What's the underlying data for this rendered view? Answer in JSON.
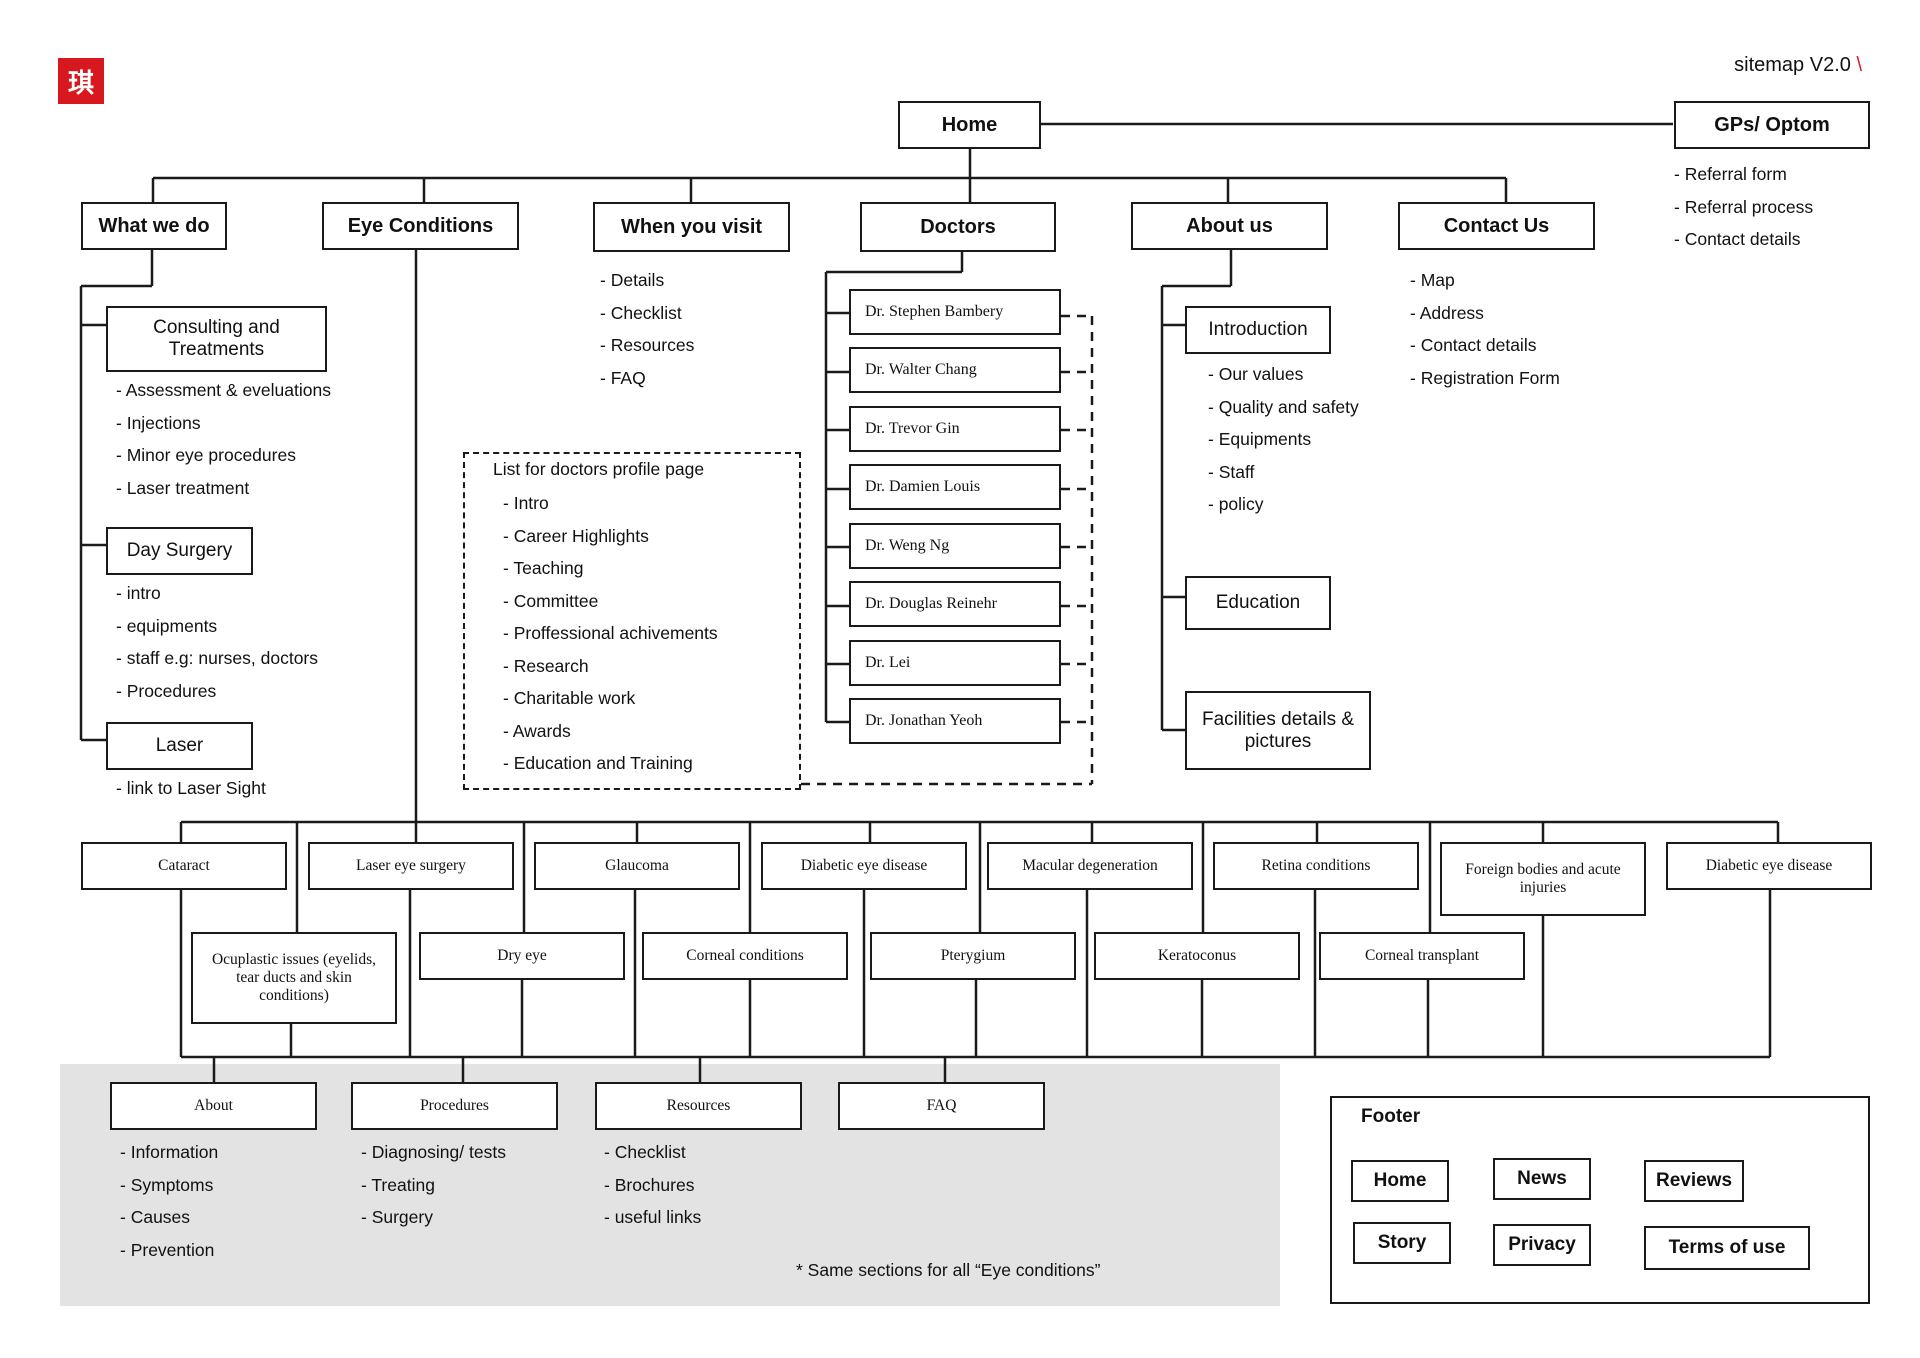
{
  "brand": {
    "logo_glyph": "琪",
    "logo_color": "#d7191f"
  },
  "header": {
    "version_label": "sitemap V2.0",
    "version_mark": "\\",
    "mark_color": "#d7191f"
  },
  "home": {
    "label": "Home"
  },
  "gps": {
    "label": "GPs/ Optom",
    "items": [
      "Referral form",
      "Referral process",
      "Contact details"
    ]
  },
  "what_we_do": {
    "label": "What we do",
    "consulting": {
      "label_line1": "Consulting and",
      "label_line2": "Treatments",
      "items": [
        "Assessment & eveluations",
        "Injections",
        "Minor eye procedures",
        "Laser treatment"
      ]
    },
    "day_surgery": {
      "label": "Day Surgery",
      "items": [
        "intro",
        "equipments",
        "staff e.g: nurses, doctors",
        "Procedures"
      ]
    },
    "laser": {
      "label": "Laser",
      "items": [
        "link to Laser Sight"
      ]
    }
  },
  "eye_conditions": {
    "label": "Eye Conditions",
    "top_row": [
      "Cataract",
      "Laser eye surgery",
      "Glaucoma",
      "Diabetic eye disease",
      "Macular degeneration",
      "Retina conditions",
      "Foreign bodies and acute injuries",
      "Diabetic eye disease"
    ],
    "second_row": [
      "Ocuplastic issues (eyelids, tear ducts and skin conditions)",
      "Dry eye",
      "Corneal conditions",
      "Pterygium",
      "Keratoconus",
      "Corneal transplant"
    ],
    "sections": [
      {
        "label": "About",
        "items": [
          "Information",
          "Symptoms",
          "Causes",
          "Prevention"
        ]
      },
      {
        "label": "Procedures",
        "items": [
          "Diagnosing/ tests",
          "Treating",
          "Surgery"
        ]
      },
      {
        "label": "Resources",
        "items": [
          "Checklist",
          "Brochures",
          "useful links"
        ]
      },
      {
        "label": "FAQ",
        "items": []
      }
    ],
    "note": "* Same sections for all “Eye conditions”"
  },
  "when_you_visit": {
    "label": "When you visit",
    "items": [
      "Details",
      "Checklist",
      "Resources",
      "FAQ"
    ]
  },
  "profile_list": {
    "title": "List for doctors profile page",
    "items": [
      "Intro",
      "Career Highlights",
      "Teaching",
      "Committee",
      "Proffessional achivements",
      "Research",
      "Charitable work",
      "Awards",
      "Education and Training"
    ]
  },
  "doctors": {
    "label": "Doctors",
    "list": [
      "Dr. Stephen Bambery",
      "Dr. Walter Chang",
      "Dr. Trevor Gin",
      "Dr. Damien Louis",
      "Dr. Weng Ng",
      "Dr. Douglas Reinehr",
      "Dr. Lei",
      "Dr. Jonathan Yeoh"
    ]
  },
  "about_us": {
    "label": "About us",
    "introduction": {
      "label": "Introduction",
      "items": [
        "Our values",
        "Quality and safety",
        "Equipments",
        "Staff",
        "policy"
      ]
    },
    "education": {
      "label": "Education"
    },
    "facilities": {
      "label_line1": "Facilities details &",
      "label_line2": "pictures"
    }
  },
  "contact_us": {
    "label": "Contact Us",
    "items": [
      "Map",
      "Address",
      "Contact details",
      "Registration Form"
    ]
  },
  "footer": {
    "title": "Footer",
    "links": [
      "Home",
      "News",
      "Reviews",
      "Story",
      "Privacy",
      "Terms of use"
    ]
  }
}
